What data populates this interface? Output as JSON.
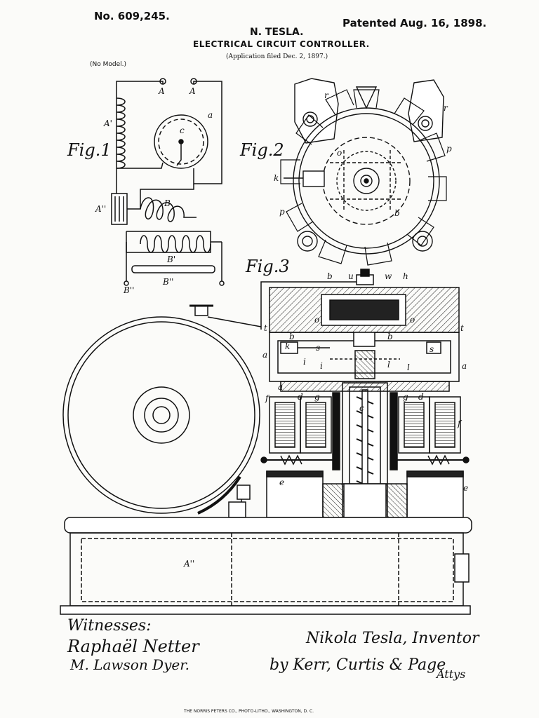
{
  "header": {
    "patent_number": "No. 609,245.",
    "patented_date": "Patented Aug. 16, 1898.",
    "inventor_name": "N. TESLA.",
    "title": "ELECTRICAL CIRCUIT CONTROLLER.",
    "application": "(Application filed Dec. 2, 1897.)",
    "model_note": "(No Model.)"
  },
  "figures": {
    "fig1": {
      "label": "Fig.1",
      "parts": [
        "A",
        "A",
        "a",
        "c",
        "A'",
        "A''",
        "B",
        "B'",
        "B''",
        "B''"
      ]
    },
    "fig2": {
      "label": "Fig.2",
      "parts": [
        "r",
        "r",
        "p",
        "p",
        "k",
        "o",
        "b"
      ]
    },
    "fig3": {
      "label": "Fig.3",
      "parts": [
        "b",
        "u",
        "w",
        "h",
        "t",
        "t",
        "o",
        "o",
        "b",
        "b",
        "a",
        "a",
        "k",
        "s",
        "s",
        "i",
        "i",
        "l",
        "l",
        "a",
        "f",
        "f",
        "d",
        "d",
        "g",
        "g",
        "c",
        "e",
        "e",
        "A''"
      ]
    }
  },
  "footer": {
    "witnesses_label": "Witnesses:",
    "witness_1": "Raphaël Netter",
    "witness_2": "M. Lawson Dyer.",
    "inventor_signature": "Nikola Tesla, Inventor",
    "attorneys": "by Kerr, Curtis & Page",
    "attorneys_suffix": "Attys",
    "printer": "THE NORRIS PETERS CO., PHOTO-LITHO., WASHINGTON, D. C."
  }
}
